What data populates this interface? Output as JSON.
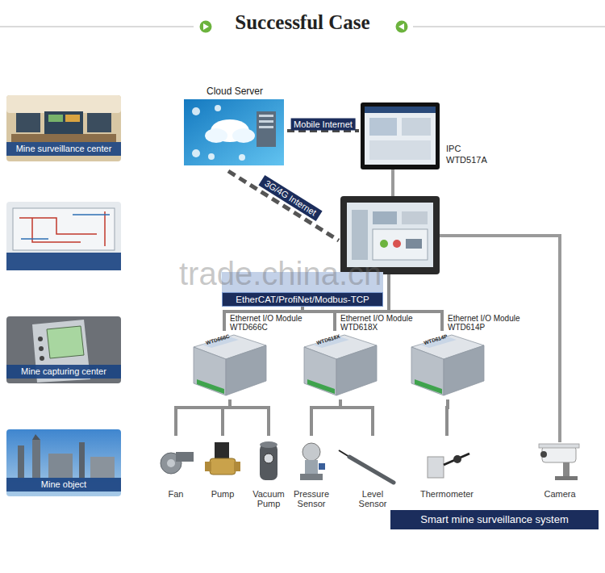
{
  "diagram": {
    "title": "Successful Case",
    "nodes": [
      {
        "text": [
          "Mine surveillance center"
        ]
      },
      {
        "text": [
          "Cloud Server"
        ]
      },
      {
        "text": [
          "IPC WTD517A"
        ]
      },
      {
        "text": [
          "EtherCAT/ProfiNet/Modbus-TCP"
        ]
      },
      {
        "text": [
          "Mine capturing center"
        ]
      },
      {
        "text": [
          "Ethernet I/O Module WTD666C",
          "WTD666C"
        ]
      },
      {
        "text": [
          "Ethernet I/O Module WTD618X",
          "WTD618X"
        ]
      },
      {
        "text": [
          "Ethernet I/O Module WTD614P",
          "WTD614P"
        ]
      },
      {
        "text": [
          "Mine object"
        ]
      },
      {
        "text": [
          "Fan"
        ]
      },
      {
        "text": [
          "Pump"
        ]
      },
      {
        "text": [
          "Vacuum Pump"
        ]
      },
      {
        "text": [
          "Pressure Sensor"
        ]
      },
      {
        "text": [
          "Level Sensor"
        ]
      },
      {
        "text": [
          "Thermometer"
        ]
      },
      {
        "text": [
          "Camera"
        ]
      },
      {
        "text": [
          "Smart mine surveillance system"
        ]
      }
    ],
    "edges": [
      {
        "from": 1,
        "to": 2,
        "label": "Mobile Internet",
        "arrow": "none"
      },
      {
        "from": 3,
        "to": 5,
        "arrow": "none"
      },
      {
        "from": 3,
        "to": 6,
        "arrow": "none"
      },
      {
        "from": 3,
        "to": 7,
        "arrow": "none"
      },
      {
        "from": 5,
        "to": 9,
        "arrow": "none"
      },
      {
        "from": 5,
        "to": 10,
        "arrow": "none"
      },
      {
        "from": 5,
        "to": 11,
        "arrow": "none"
      },
      {
        "from": 6,
        "to": 12,
        "arrow": "none"
      },
      {
        "from": 6,
        "to": 13,
        "arrow": "none"
      },
      {
        "from": 7,
        "to": 14,
        "arrow": "none"
      }
    ],
    "labels": [
      "3G/4G Internet",
      "trade.china.cn"
    ]
  }
}
